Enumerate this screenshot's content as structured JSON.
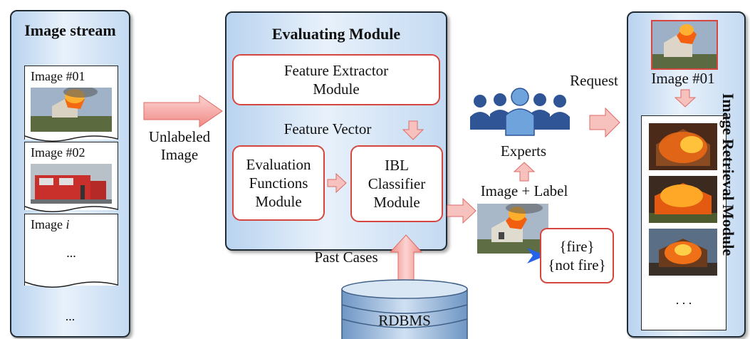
{
  "image_stream": {
    "title": "Image stream",
    "cards": [
      "Image #01",
      "Image #02",
      "Image"
    ],
    "card3_italic": "i",
    "ellipsis_card": "...",
    "ellipsis_bottom": "..."
  },
  "arrow_unlabeled": {
    "line1": "Unlabeled",
    "line2": "Image"
  },
  "evaluating": {
    "title": "Evaluating Module",
    "feature_extractor": [
      "Feature Extractor",
      "Module"
    ],
    "feature_vector": "Feature Vector",
    "eval_functions": [
      "Evaluation",
      "Functions",
      "Module"
    ],
    "ibl": [
      "IBL",
      "Classifier",
      "Module"
    ]
  },
  "past_cases": "Past Cases",
  "rdbms": "RDBMS",
  "experts": "Experts",
  "image_label": "Image + Label",
  "label_options": [
    "{fire}",
    "{not fire}"
  ],
  "request": "Request",
  "retrieval": {
    "title": "Image Retrieval Module",
    "query": "Image #01",
    "ellipsis": ". . ."
  },
  "colors": {
    "panel": "#c4daf2",
    "red_border": "#d6463f",
    "arrow": "#f4a0a0",
    "experts": "#2f5597",
    "db": "#7ea6d3"
  }
}
